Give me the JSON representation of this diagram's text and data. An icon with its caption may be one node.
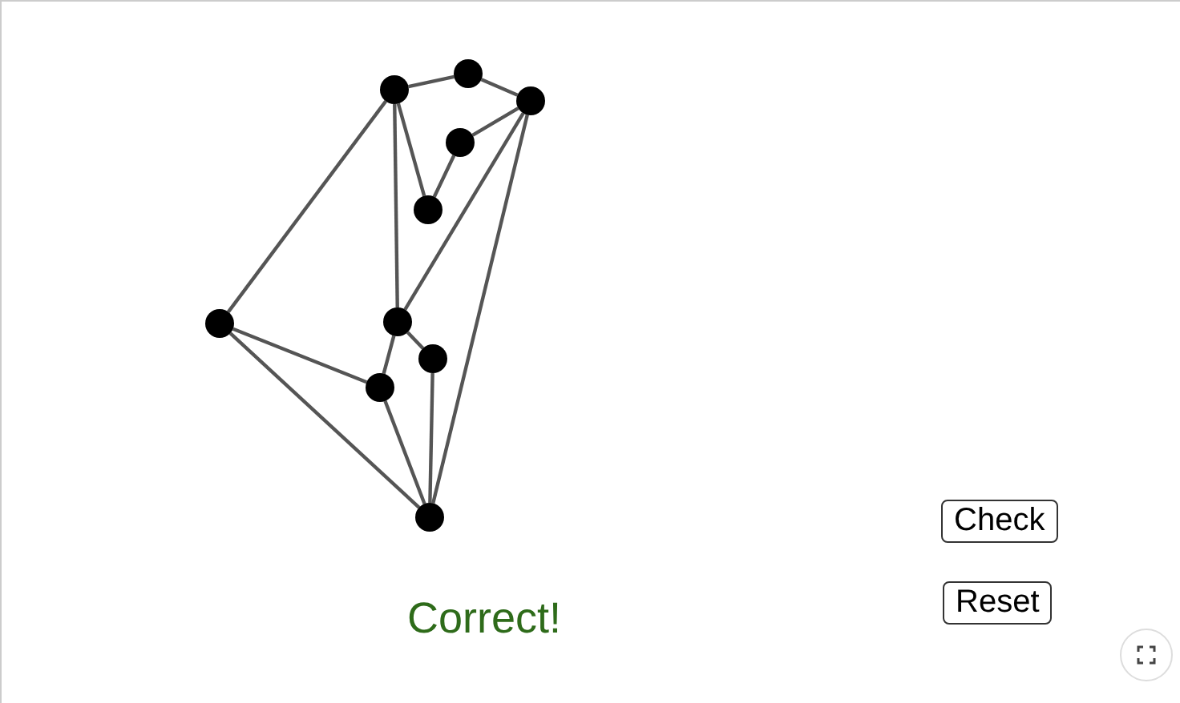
{
  "diagram": {
    "nodes": [
      {
        "text": [],
        "shape": "circle"
      },
      {
        "text": [],
        "shape": "circle"
      },
      {
        "text": [],
        "shape": "circle"
      },
      {
        "text": [],
        "shape": "circle"
      },
      {
        "text": [],
        "shape": "circle"
      },
      {
        "text": [],
        "shape": "circle"
      },
      {
        "text": [],
        "shape": "circle"
      },
      {
        "text": [],
        "shape": "circle"
      },
      {
        "text": [],
        "shape": "circle"
      },
      {
        "text": [],
        "shape": "circle"
      }
    ],
    "edges": [
      {
        "from": 1,
        "to": 0,
        "arrow": "none"
      },
      {
        "from": 0,
        "to": 2,
        "arrow": "none"
      },
      {
        "from": 1,
        "to": 5,
        "arrow": "none"
      },
      {
        "from": 1,
        "to": 6,
        "arrow": "none"
      },
      {
        "from": 1,
        "to": 4,
        "arrow": "none"
      },
      {
        "from": 2,
        "to": 3,
        "arrow": "none"
      },
      {
        "from": 3,
        "to": 4,
        "arrow": "none"
      },
      {
        "from": 2,
        "to": 6,
        "arrow": "none"
      },
      {
        "from": 2,
        "to": 9,
        "arrow": "none"
      },
      {
        "from": 5,
        "to": 8,
        "arrow": "none"
      },
      {
        "from": 5,
        "to": 9,
        "arrow": "none"
      },
      {
        "from": 6,
        "to": 7,
        "arrow": "none"
      },
      {
        "from": 6,
        "to": 8,
        "arrow": "none"
      },
      {
        "from": 7,
        "to": 9,
        "arrow": "none"
      },
      {
        "from": 8,
        "to": 9,
        "arrow": "none"
      }
    ],
    "labels": [
      "Check",
      "Reset",
      "Correct!"
    ]
  }
}
